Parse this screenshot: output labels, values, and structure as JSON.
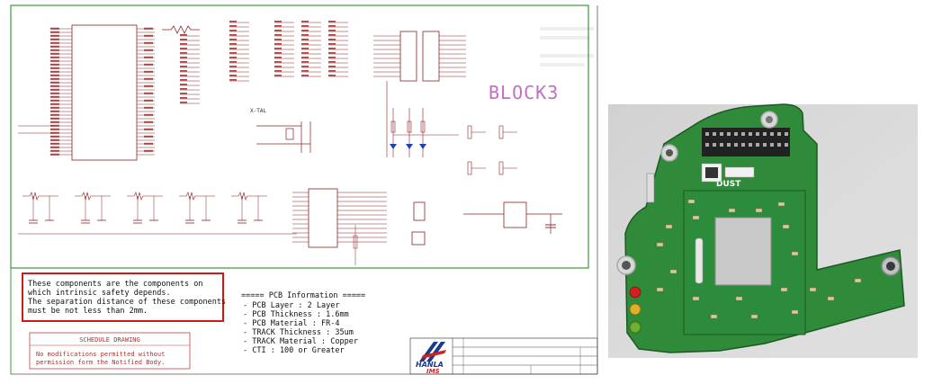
{
  "schematic": {
    "block_title": "BLOCK3",
    "xtal_label": "X-TAL",
    "note_lines": [
      "These components are the components on",
      "which intrinsic safety depends.",
      "The separation distance of these components",
      "must be not less than 2mm."
    ],
    "pcb_info": [
      "===== PCB Information =====",
      "- PCB Layer : 2 Layer",
      "- PCB Thickness : 1.6mm",
      "- PCB Material : FR-4",
      "- TRACK Thickness : 35um",
      "- TRACK Material : Copper",
      "- CTI : 100 or Greater"
    ],
    "schedule_title": "SCHEDULE DRAWING",
    "schedule_lines": [
      "No modifications permitted without",
      "permission form the Notified Body."
    ],
    "logo_top": "HANLA",
    "logo_bottom": "IMS"
  },
  "photo": {
    "module_label": "DUST",
    "colors": {
      "board": "#2f8a3a",
      "board_dark": "#1f6a2a",
      "module": "#2c8c3c",
      "background": "#ffffff"
    }
  }
}
